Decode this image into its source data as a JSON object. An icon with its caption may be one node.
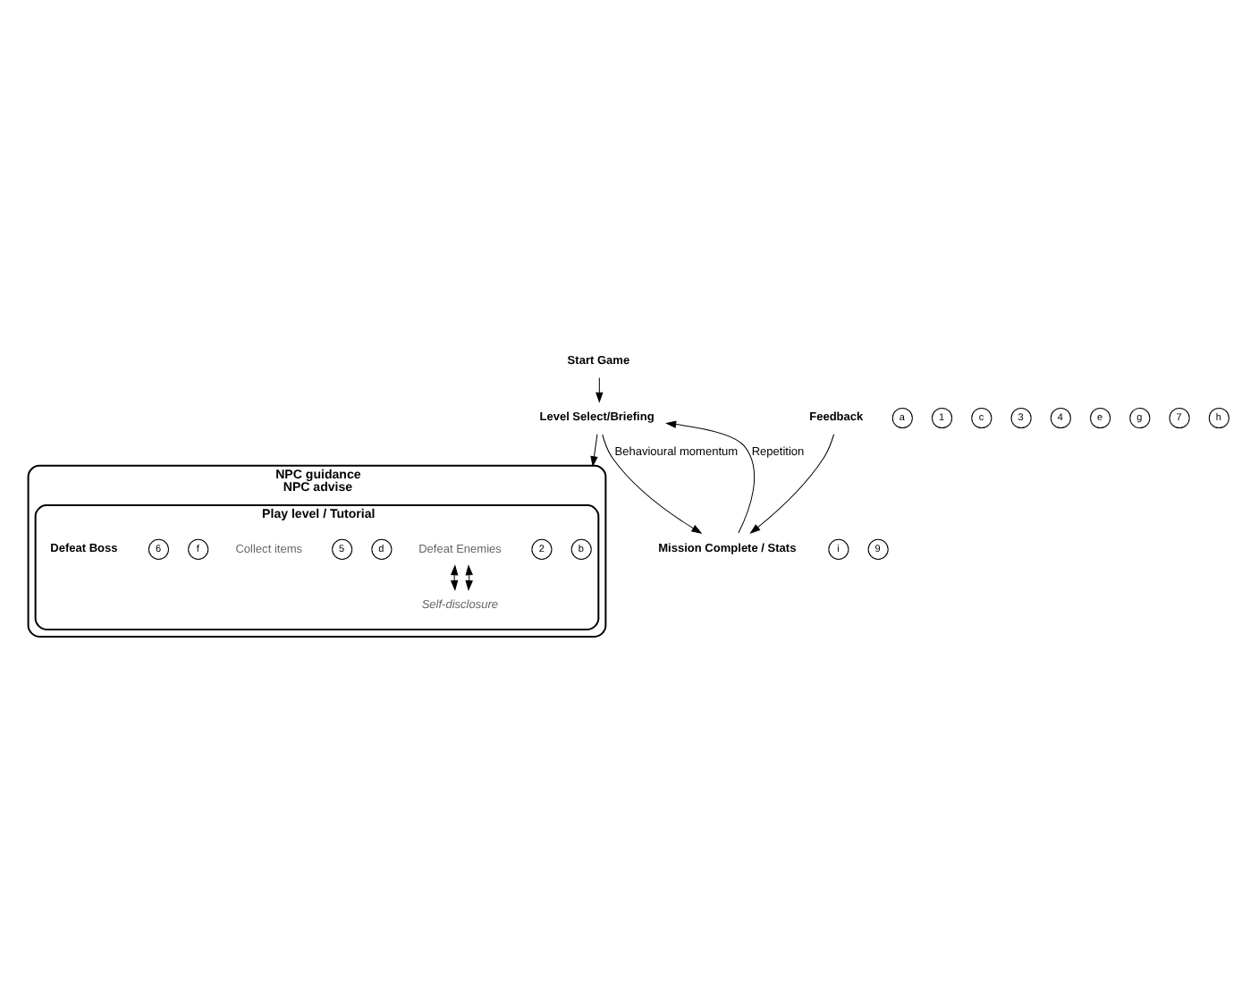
{
  "diagram": {
    "nodes": [
      {
        "text": [
          "Start Game"
        ]
      },
      {
        "text": [
          "a"
        ]
      },
      {
        "text": [
          "Level Select/Briefing"
        ]
      },
      {
        "text": [
          "1"
        ]
      },
      {
        "text": [
          "NPC guidance",
          "NPC advise"
        ]
      },
      {
        "text": [
          "Play level / Tutorial"
        ],
        "in": 4
      },
      {
        "text": [
          "b"
        ],
        "in": 5
      },
      {
        "text": [
          "2"
        ],
        "in": 5
      },
      {
        "text": [
          "c"
        ]
      },
      {
        "text": [
          "3"
        ]
      },
      {
        "text": [
          "4"
        ]
      },
      {
        "text": [
          "Defeat Enemies"
        ],
        "in": 5
      },
      {
        "text": [
          "d"
        ],
        "in": 5
      },
      {
        "text": [
          "5"
        ],
        "in": 5
      },
      {
        "text": [
          "Collect items"
        ],
        "in": 5
      },
      {
        "text": [
          "e"
        ]
      },
      {
        "text": [
          "Self-disclosure"
        ],
        "in": 5
      },
      {
        "text": [
          "f"
        ],
        "in": 5
      },
      {
        "text": [
          "6"
        ],
        "in": 5
      },
      {
        "text": [
          "Defeat Boss"
        ],
        "in": 5
      },
      {
        "text": [
          "g"
        ]
      },
      {
        "text": [
          "Feedback"
        ]
      },
      {
        "text": [
          "7"
        ]
      },
      {
        "text": [
          "h"
        ]
      },
      {
        "text": [
          "i"
        ]
      },
      {
        "text": [
          "Mission Complete / Stats"
        ]
      },
      {
        "text": [
          "9"
        ]
      }
    ],
    "edges": [
      {
        "from": 0,
        "to": 2,
        "arrow": "to"
      },
      {
        "from": 2,
        "to": 4,
        "arrow": "to"
      },
      {
        "from": 11,
        "to": 16,
        "arrow": "both"
      },
      {
        "from": 11,
        "to": 16,
        "arrow": "both"
      },
      {
        "from": 21,
        "to": 25,
        "arrow": "to"
      },
      {
        "from": 25,
        "to": 2,
        "arrow": "to",
        "label": "Repetition"
      },
      {
        "from": 2,
        "to": 25,
        "arrow": "to",
        "label": "Behavioural momentum"
      }
    ]
  }
}
